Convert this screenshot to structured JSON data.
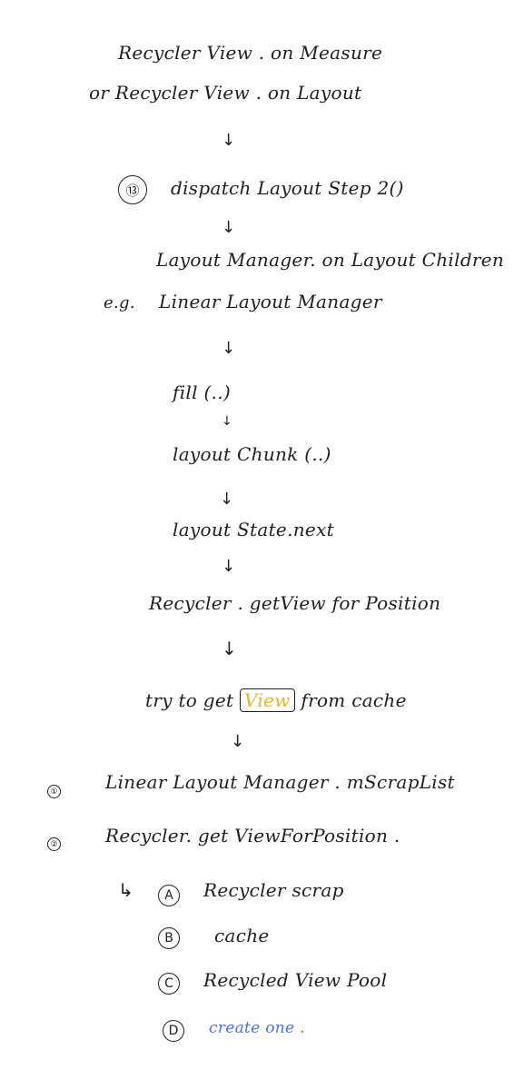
{
  "lines": {
    "l1": "Recycler View . on Measure",
    "l2": "or Recycler View . on Layout",
    "step_marker": "⑬",
    "l3": "dispatch Layout Step 2()",
    "l4": "Layout Manager. on Layout Children",
    "l5_prefix": "e.g.",
    "l5": "Linear Layout Manager",
    "l6": "fill (..)",
    "l7": "layout Chunk (..)",
    "l8": "layout State.next",
    "l9": "Recycler . getView for Position",
    "l10_pre": "try to get",
    "l10_box": "View",
    "l10_post": "from cache"
  },
  "items": {
    "n1_marker": "①",
    "n1": "Linear Layout Manager . mScrapList",
    "n2_marker": "②",
    "n2": "Recycler. get ViewForPosition .",
    "sub_arrow": "↳",
    "a_marker": "A",
    "a": "Recycler scrap",
    "b_marker": "B",
    "b": "cache",
    "c_marker": "C",
    "c": "Recycled View Pool",
    "d_marker": "D",
    "d": "create one ."
  },
  "arrow_glyph": "↓",
  "colors": {
    "ink": "#1f1f1f",
    "highlight": "#e3b62a",
    "blue": "#4a74d8"
  }
}
